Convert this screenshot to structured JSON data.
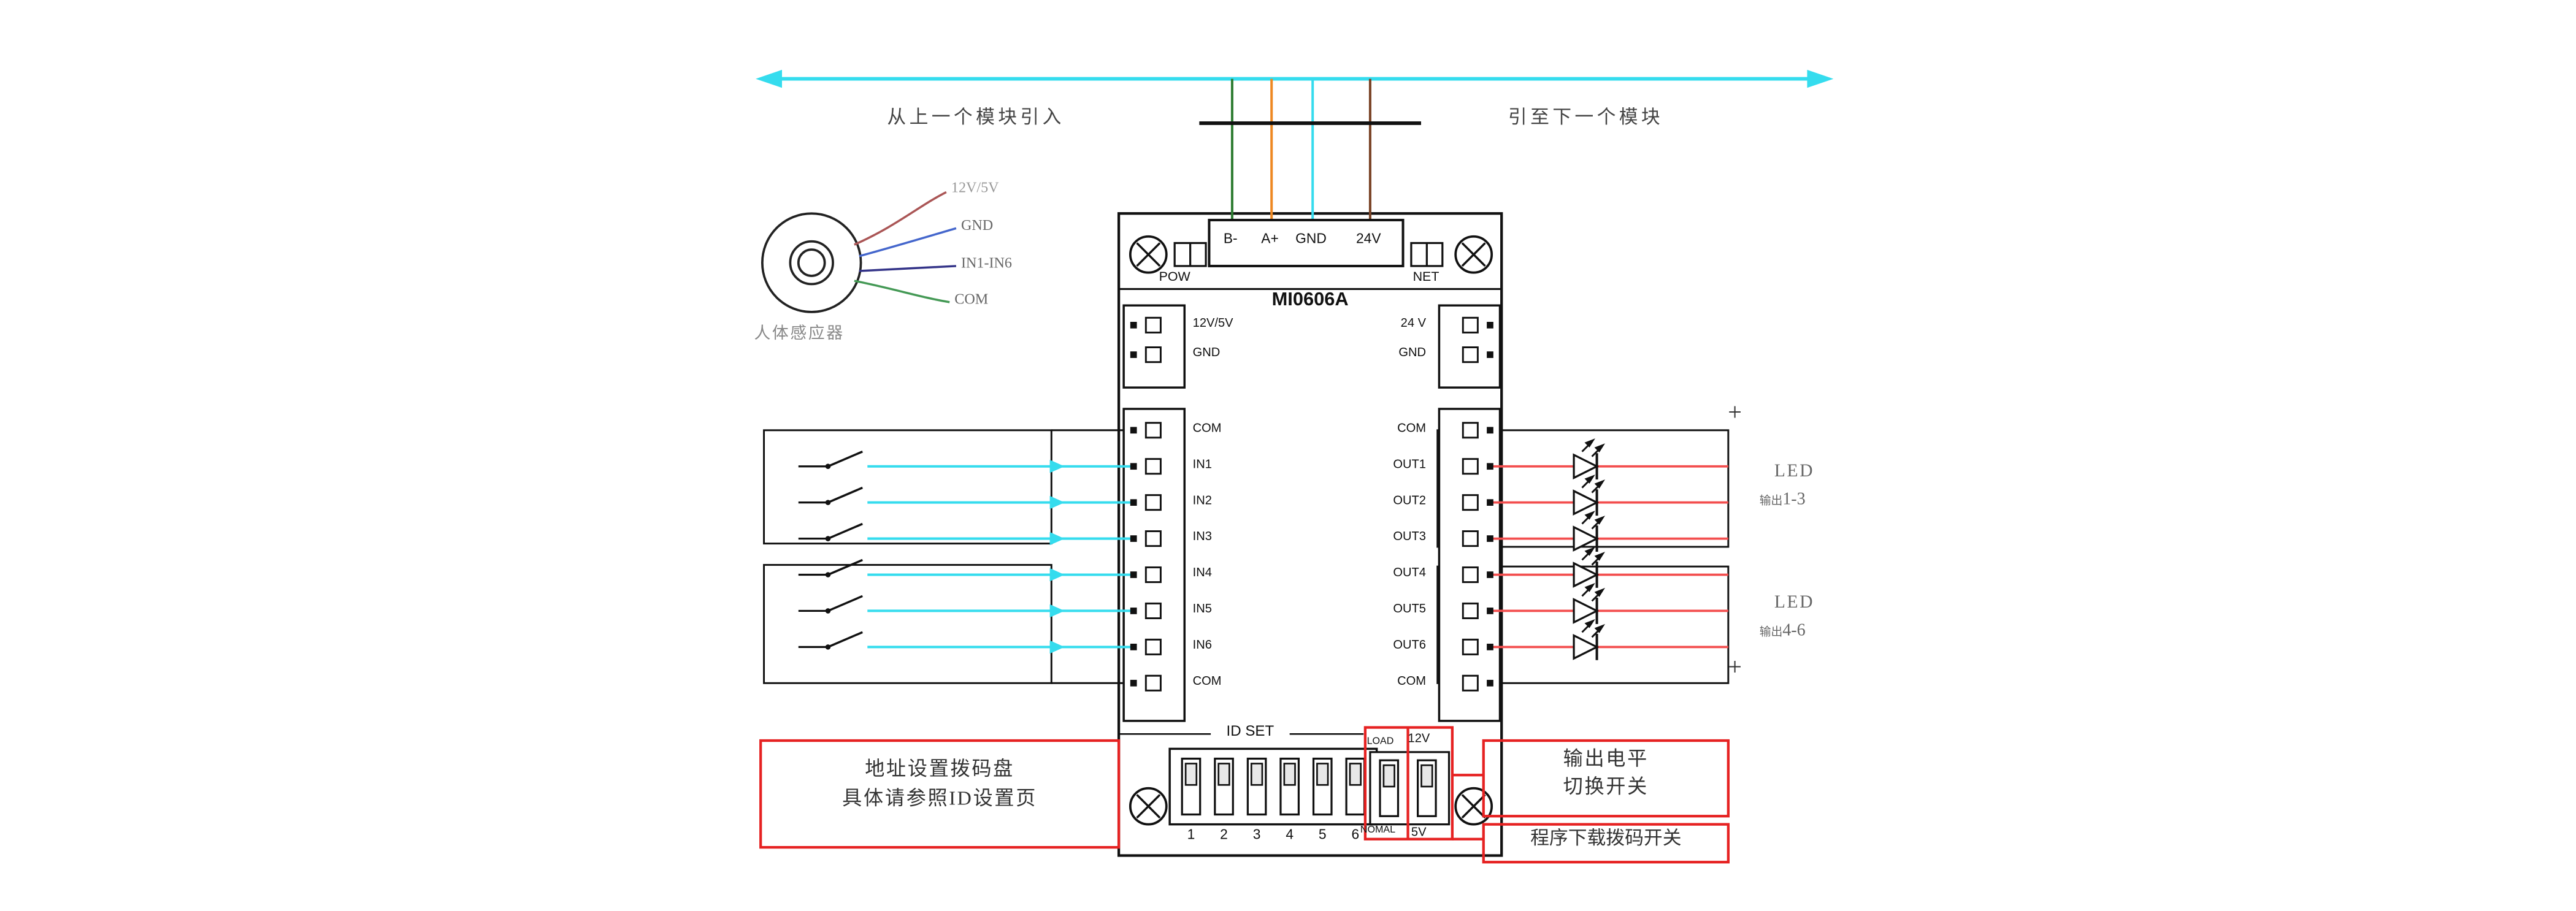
{
  "top": {
    "left_label": "从上一个模块引入",
    "right_label": "引至下一个模块"
  },
  "bus_terminals": [
    "B-",
    "A+",
    "GND",
    "24V"
  ],
  "module": {
    "title": "MI0606A",
    "pow_label": "POW",
    "net_label": "NET",
    "left_power_labels": [
      "12V/5V",
      "GND"
    ],
    "right_power_labels": [
      "24 V",
      "GND"
    ],
    "left_io_labels": [
      "COM",
      "IN1",
      "IN2",
      "IN3",
      "IN4",
      "IN5",
      "IN6",
      "COM"
    ],
    "right_io_labels": [
      "COM",
      "OUT1",
      "OUT2",
      "OUT3",
      "OUT4",
      "OUT5",
      "OUT6",
      "COM"
    ],
    "id_set_label": "ID SET",
    "dip_numbers": [
      "1",
      "2",
      "3",
      "4",
      "5",
      "6"
    ],
    "mode_switch": {
      "top_left": "LOAD",
      "top_right": "12V",
      "bottom_left": "NOMAL",
      "bottom_right": "5V"
    }
  },
  "sensor": {
    "name": "人体感应器",
    "wire_labels": [
      "12V/5V",
      "GND",
      "IN1-IN6",
      "COM"
    ]
  },
  "outputs": {
    "plus_top": "+",
    "plus_bottom": "+",
    "group1": {
      "title": "LED",
      "prefix": "输出",
      "range": "1-3"
    },
    "group2": {
      "title": "LED",
      "prefix": "输出",
      "range": "4-6"
    }
  },
  "annotations": {
    "address_line1": "地址设置拨码盘",
    "address_line2": "具体请参照ID设置页",
    "level_line1": "输出电平",
    "level_line2": "切换开关",
    "download": "程序下载拨码开关"
  },
  "colors": {
    "bus_cyan": "#35dcee",
    "output_red": "#f34e4e",
    "annotation_red": "#e62222",
    "wire_b_minus": "#2f7d33",
    "wire_a_plus": "#ee8822",
    "wire_gnd": "#35dcee",
    "wire_24v": "#7a4326"
  }
}
